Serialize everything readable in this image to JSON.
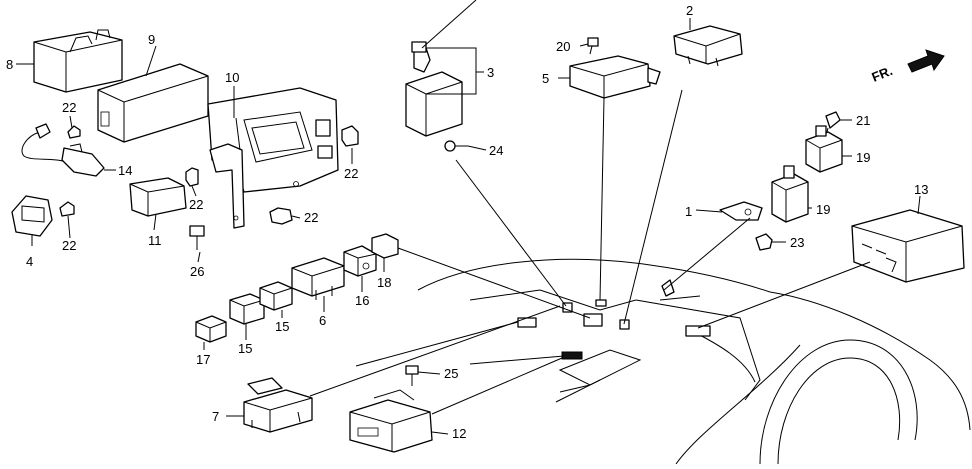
{
  "diagram": {
    "direction_label": "FR.",
    "callouts": [
      "1",
      "2",
      "3",
      "4",
      "5",
      "6",
      "7",
      "8",
      "9",
      "10",
      "11",
      "12",
      "13",
      "14",
      "15",
      "15",
      "16",
      "17",
      "18",
      "19",
      "19",
      "20",
      "21",
      "22",
      "22",
      "22",
      "22",
      "22",
      "22",
      "23",
      "24",
      "25",
      "26"
    ]
  }
}
